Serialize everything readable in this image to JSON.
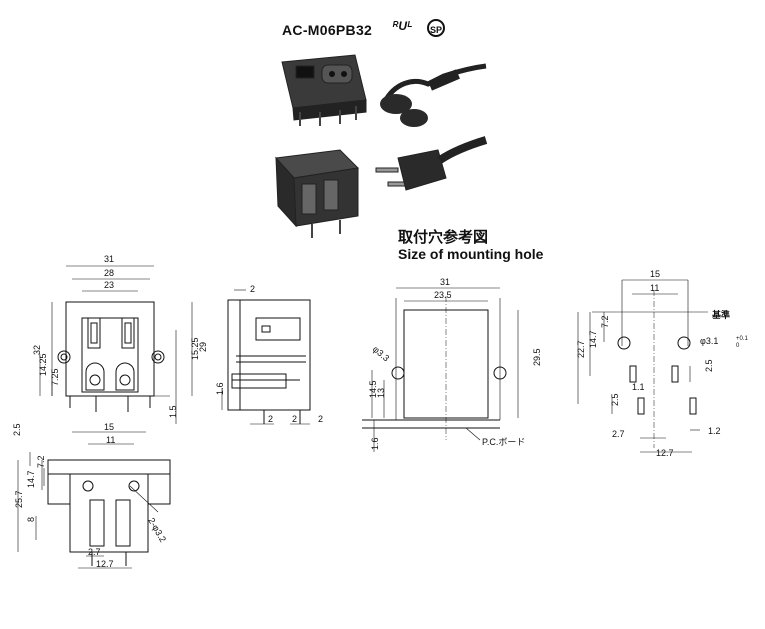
{
  "header": {
    "model": "AC-M06PB32",
    "cert_ul": "ᴿUᴸ",
    "cert_csa": "SP"
  },
  "mounting_hole": {
    "title_cn": "取付穴参考図",
    "title_en": "Size of mounting hole"
  },
  "front_view": {
    "dims": [
      "31",
      "28",
      "23",
      "32",
      "15.25",
      "29",
      "14.25",
      "7.25",
      "1.5"
    ]
  },
  "side_view": {
    "dims": [
      "2",
      "1.6",
      "2",
      "2",
      "2"
    ]
  },
  "bottom_view": {
    "dims": [
      "2.5",
      "15",
      "11",
      "7.2",
      "14.7",
      "25.7",
      "8",
      "2.7",
      "12.7",
      "2-φ3.2"
    ]
  },
  "hole_view": {
    "dims": [
      "31",
      "23.5",
      "φ3.3",
      "29.5",
      "14.5",
      "13",
      "1.6",
      "P.C.ボード"
    ]
  },
  "pcb_view": {
    "dims": [
      "15",
      "11",
      "基準",
      "7.2",
      "14.7",
      "22.7",
      "φ3.1",
      "+0.1",
      "0",
      "1.1",
      "2.5",
      "2.5",
      "2.7",
      "12.7",
      "1.2"
    ]
  }
}
